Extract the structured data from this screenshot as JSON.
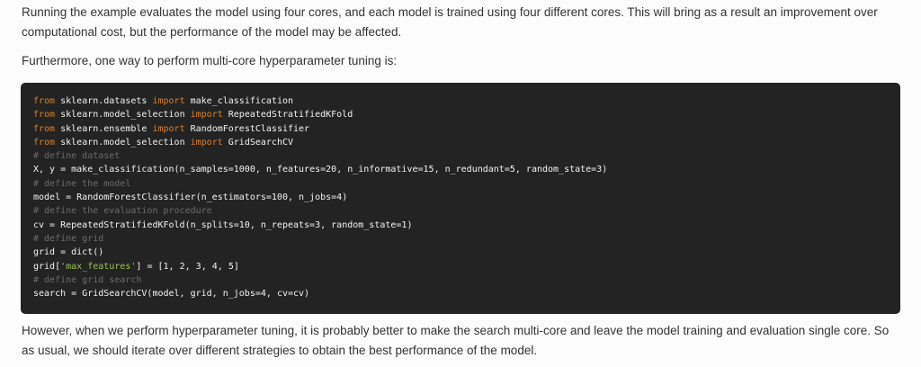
{
  "paragraphs": {
    "intro": "Running the example evaluates the model using four cores, and each model is trained using four different cores. This will bring as a result an improvement over computational cost, but the performance of the model may be affected.",
    "lead_in": "Furthermore, one way to perform multi-core hyperparameter tuning is:",
    "conclusion": "However, when we perform hyperparameter tuning, it is probably better to make the search multi-core and leave the model training and evaluation single core. So as usual, we should iterate over different strategies to obtain the best performance of the model."
  },
  "code": {
    "lines": [
      [
        {
          "t": "kw",
          "v": "from"
        },
        {
          "t": "p",
          "v": " sklearn.datasets "
        },
        {
          "t": "kw",
          "v": "import"
        },
        {
          "t": "p",
          "v": " make_classification"
        }
      ],
      [
        {
          "t": "kw",
          "v": "from"
        },
        {
          "t": "p",
          "v": " sklearn.model_selection "
        },
        {
          "t": "kw",
          "v": "import"
        },
        {
          "t": "p",
          "v": " RepeatedStratifiedKFold"
        }
      ],
      [
        {
          "t": "kw",
          "v": "from"
        },
        {
          "t": "p",
          "v": " sklearn.ensemble "
        },
        {
          "t": "kw",
          "v": "import"
        },
        {
          "t": "p",
          "v": " RandomForestClassifier"
        }
      ],
      [
        {
          "t": "kw",
          "v": "from"
        },
        {
          "t": "p",
          "v": " sklearn.model_selection "
        },
        {
          "t": "kw",
          "v": "import"
        },
        {
          "t": "p",
          "v": " GridSearchCV"
        }
      ],
      [
        {
          "t": "cm",
          "v": "# define dataset"
        }
      ],
      [
        {
          "t": "p",
          "v": "X, y = make_classification(n_samples="
        },
        {
          "t": "num",
          "v": "1000"
        },
        {
          "t": "p",
          "v": ", n_features="
        },
        {
          "t": "num",
          "v": "20"
        },
        {
          "t": "p",
          "v": ", n_informative="
        },
        {
          "t": "num",
          "v": "15"
        },
        {
          "t": "p",
          "v": ", n_redundant="
        },
        {
          "t": "num",
          "v": "5"
        },
        {
          "t": "p",
          "v": ", random_state="
        },
        {
          "t": "num",
          "v": "3"
        },
        {
          "t": "p",
          "v": ")"
        }
      ],
      [
        {
          "t": "cm",
          "v": "# define the model"
        }
      ],
      [
        {
          "t": "p",
          "v": "model = RandomForestClassifier(n_estimators="
        },
        {
          "t": "num",
          "v": "100"
        },
        {
          "t": "p",
          "v": ", n_jobs="
        },
        {
          "t": "num",
          "v": "4"
        },
        {
          "t": "p",
          "v": ")"
        }
      ],
      [
        {
          "t": "cm",
          "v": "# define the evaluation procedure"
        }
      ],
      [
        {
          "t": "p",
          "v": "cv = RepeatedStratifiedKFold(n_splits="
        },
        {
          "t": "num",
          "v": "10"
        },
        {
          "t": "p",
          "v": ", n_repeats="
        },
        {
          "t": "num",
          "v": "3"
        },
        {
          "t": "p",
          "v": ", random_state="
        },
        {
          "t": "num",
          "v": "1"
        },
        {
          "t": "p",
          "v": ")"
        }
      ],
      [
        {
          "t": "cm",
          "v": "# define grid"
        }
      ],
      [
        {
          "t": "p",
          "v": "grid = dict()"
        }
      ],
      [
        {
          "t": "p",
          "v": "grid["
        },
        {
          "t": "str",
          "v": "'max_features'"
        },
        {
          "t": "p",
          "v": "] = ["
        },
        {
          "t": "num",
          "v": "1"
        },
        {
          "t": "p",
          "v": ", "
        },
        {
          "t": "num",
          "v": "2"
        },
        {
          "t": "p",
          "v": ", "
        },
        {
          "t": "num",
          "v": "3"
        },
        {
          "t": "p",
          "v": ", "
        },
        {
          "t": "num",
          "v": "4"
        },
        {
          "t": "p",
          "v": ", "
        },
        {
          "t": "num",
          "v": "5"
        },
        {
          "t": "p",
          "v": "]"
        }
      ],
      [
        {
          "t": "cm",
          "v": "# define grid search"
        }
      ],
      [
        {
          "t": "p",
          "v": "search = GridSearchCV(model, grid, n_jobs="
        },
        {
          "t": "num",
          "v": "4"
        },
        {
          "t": "p",
          "v": ", cv=cv)"
        }
      ]
    ]
  },
  "colors": {
    "keyword": "#d7832e",
    "comment": "#6b6b6b",
    "string": "#9bc159",
    "code_bg": "#232323"
  }
}
